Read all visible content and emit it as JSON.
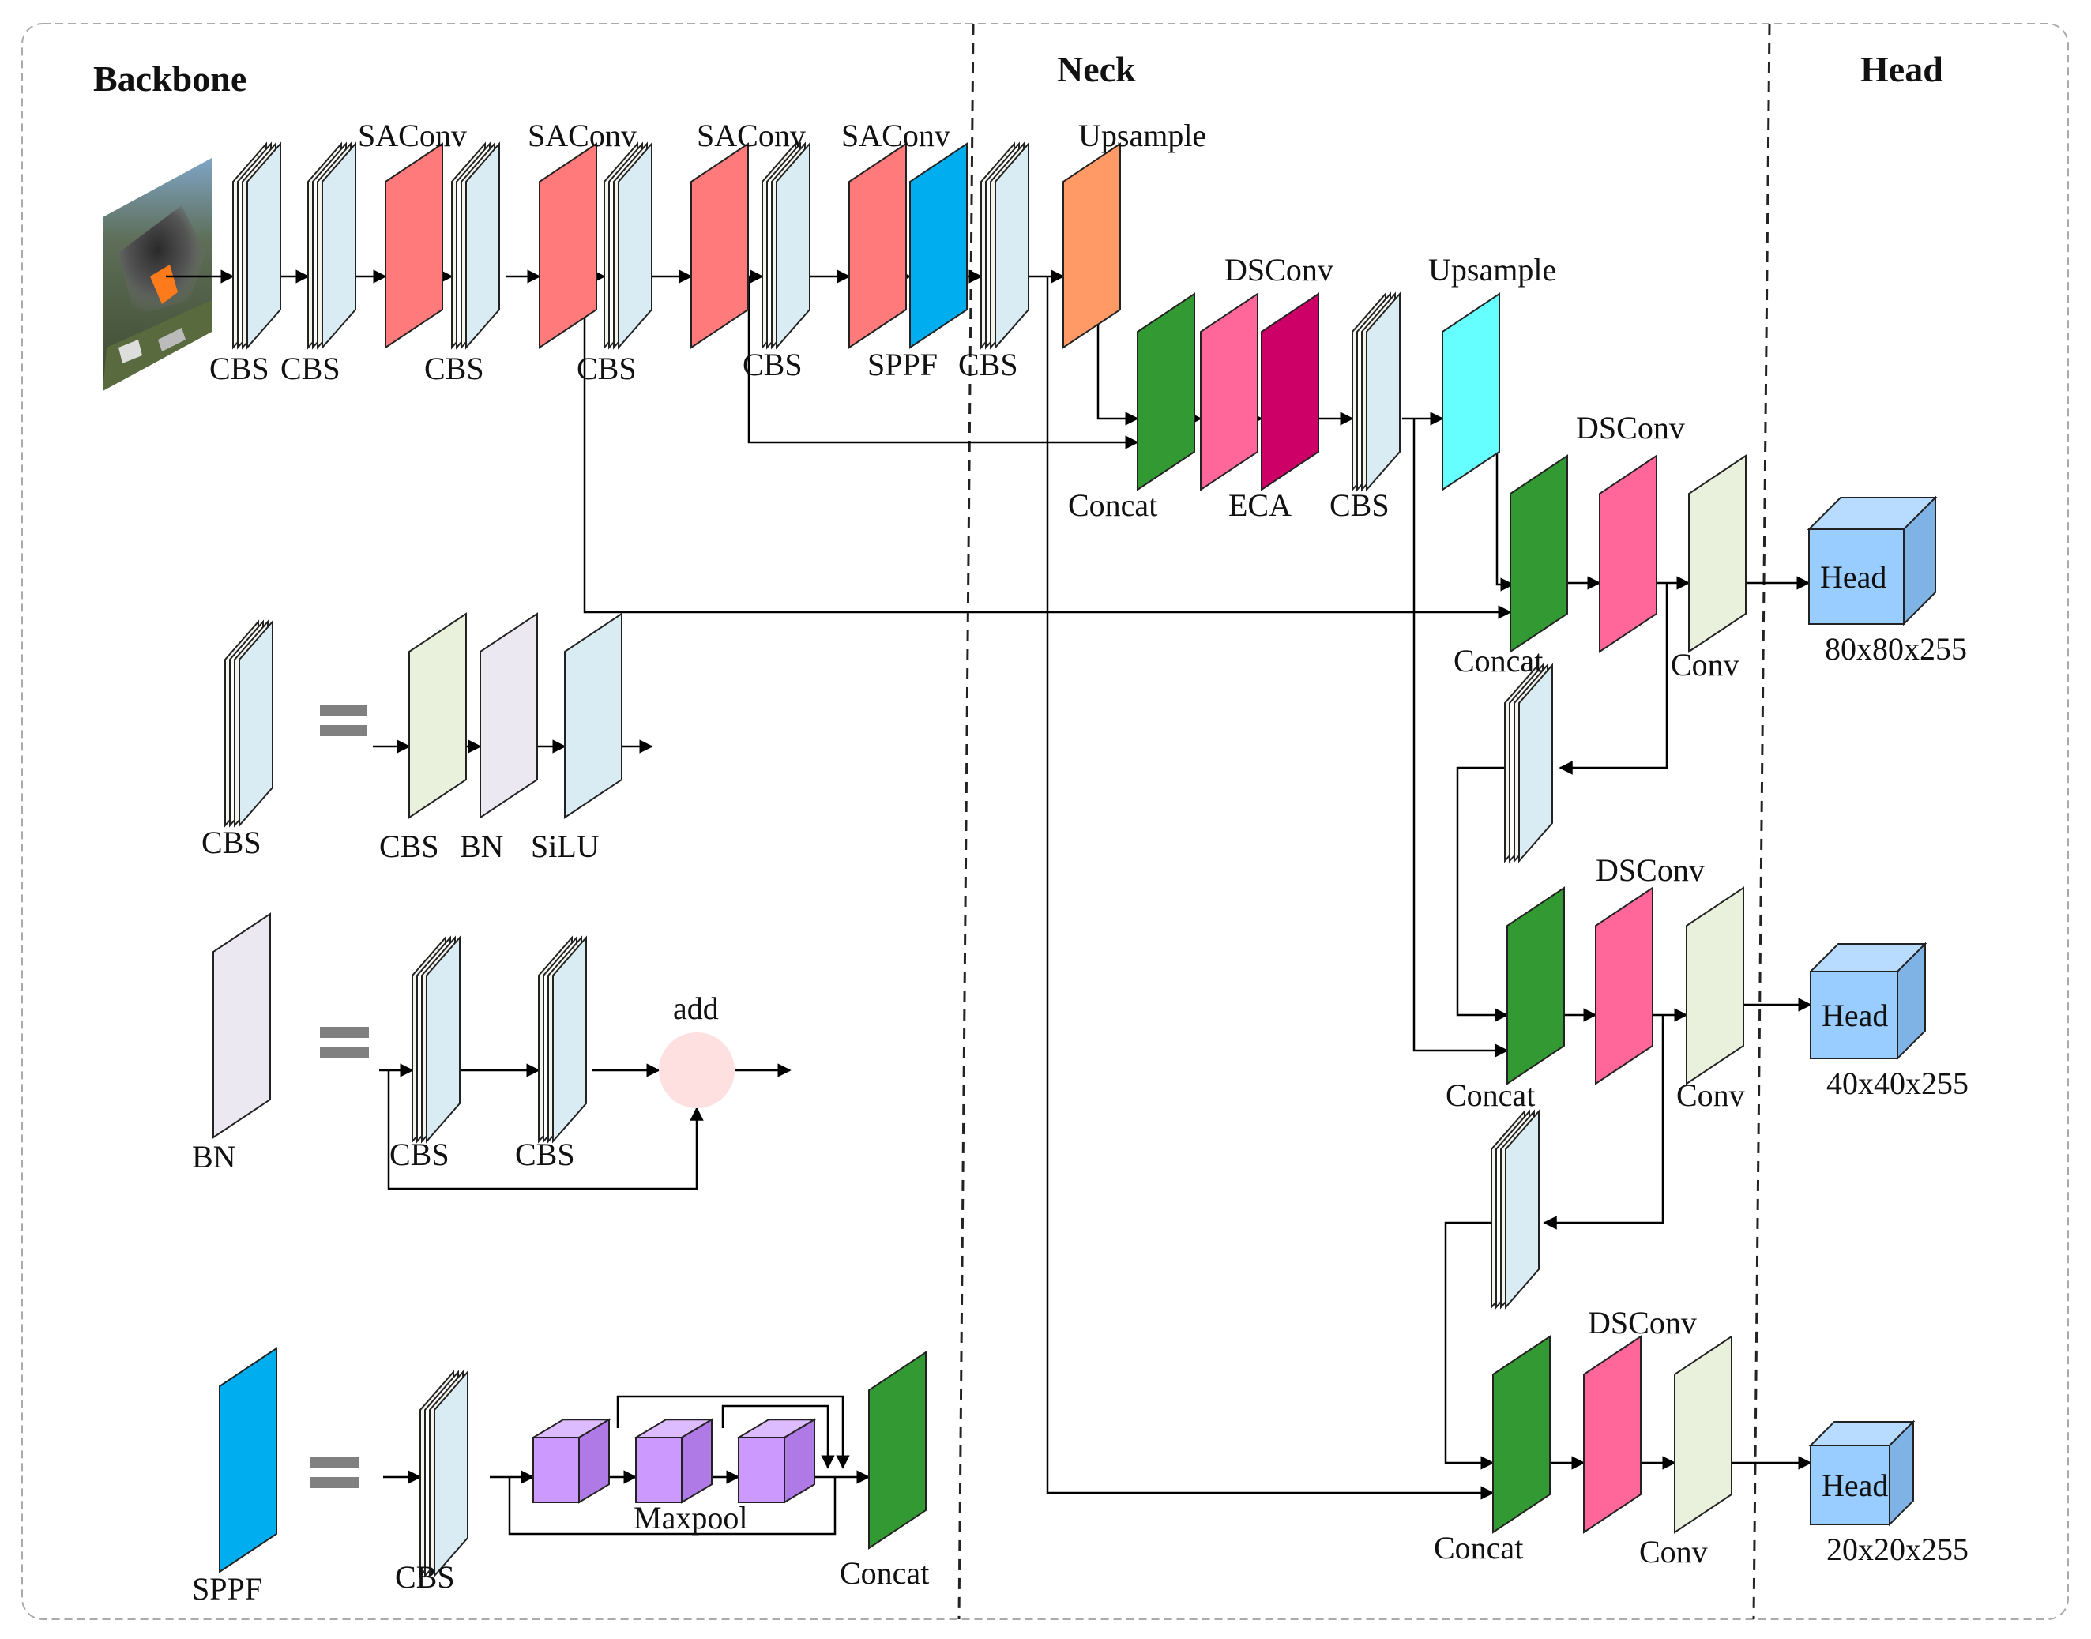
{
  "sections": {
    "backbone": "Backbone",
    "neck": "Neck",
    "head": "Head"
  },
  "colors": {
    "cbs": "#daecf3",
    "saconv": "#ff7b7b",
    "sppf": "#00aeef",
    "upsample1": "#ff9966",
    "concat": "#339933",
    "dsconv": "#ff6699",
    "eca": "#cc0066",
    "upsample2": "#66ffff",
    "conv": "#e9f0dc",
    "bn": "#ebe8f2",
    "silu": "#daecf3",
    "maxpool": "#cc99ff",
    "head_cube": "#99ccff",
    "add": "#ffe0e0",
    "equals": "#808080"
  },
  "backbone": {
    "input_image": "input-image-fire-scene",
    "labels": {
      "cbs1": "CBS",
      "cbs2": "CBS",
      "saconv1": "SAConv",
      "cbs3": "CBS",
      "saconv2": "SAConv",
      "cbs4": "CBS",
      "saconv3": "SAConv",
      "cbs5": "CBS",
      "saconv4": "SAConv",
      "sppf": "SPPF",
      "cbs6": "CBS"
    }
  },
  "neck": {
    "labels": {
      "upsample1": "Upsample",
      "concat1": "Concat",
      "dsconv1": "DSConv",
      "eca": "ECA",
      "cbs": "CBS",
      "upsample2": "Upsample",
      "dsconv2": "DSConv",
      "concat2": "Concat",
      "conv2": "Conv",
      "dsconv3": "DSConv",
      "concat3": "Concat",
      "conv3": "Conv",
      "dsconv4": "DSConv",
      "concat4": "Concat",
      "conv4": "Conv"
    }
  },
  "heads": [
    {
      "label": "Head",
      "size": "80x80x255"
    },
    {
      "label": "Head",
      "size": "40x40x255"
    },
    {
      "label": "Head",
      "size": "20x20x255"
    }
  ],
  "legend": {
    "cbs_def": {
      "lhs": "CBS",
      "parts": [
        "CBS",
        "BN",
        "SiLU"
      ]
    },
    "bn_def": {
      "lhs": "BN",
      "parts": [
        "CBS",
        "CBS"
      ],
      "add": "add"
    },
    "sppf_def": {
      "lhs": "SPPF",
      "cbs": "CBS",
      "maxpool": "Maxpool",
      "concat": "Concat"
    }
  }
}
